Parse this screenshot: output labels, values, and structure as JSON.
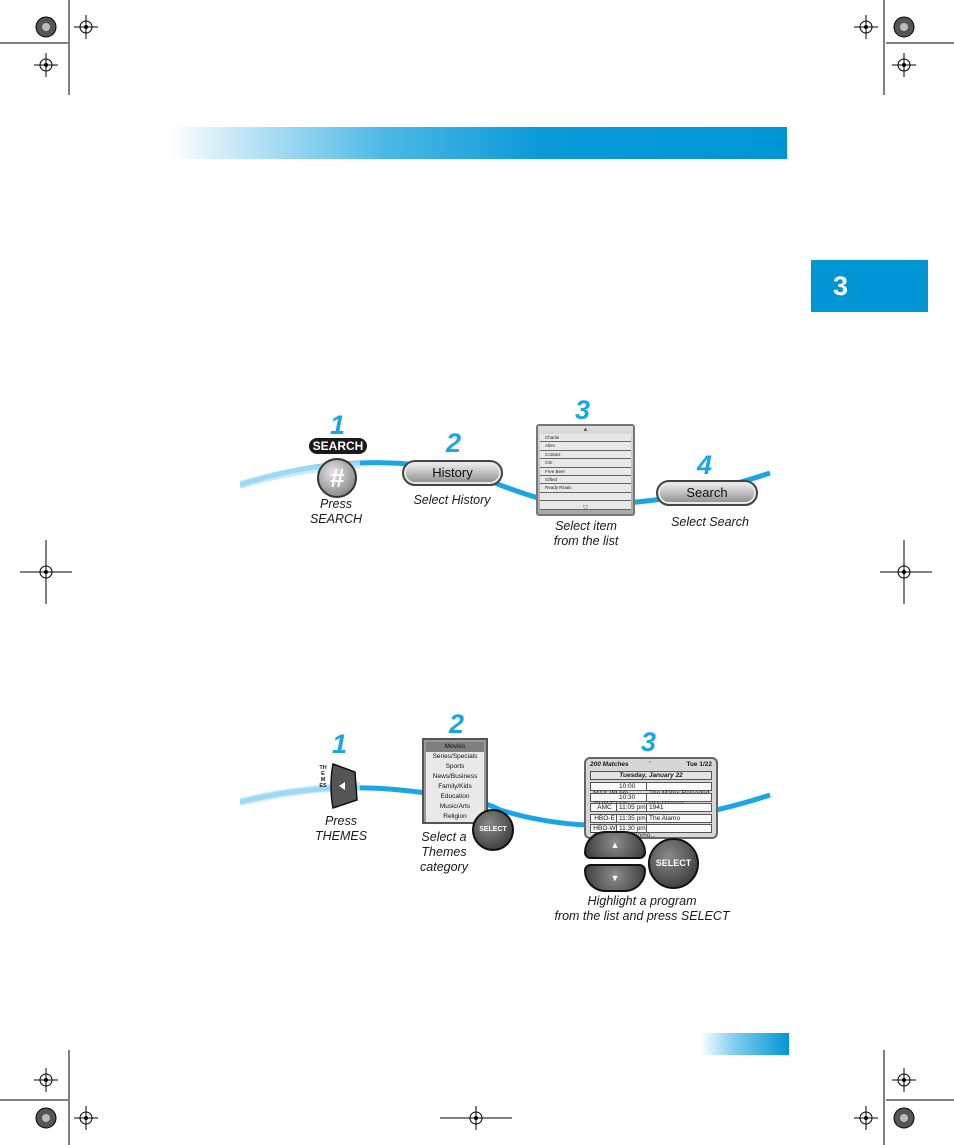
{
  "chapter": {
    "number": "3"
  },
  "section_a": {
    "steps": [
      {
        "number": "1",
        "badge": "SEARCH",
        "key_symbol": "#",
        "caption_line1": "Press",
        "caption_line2": "SEARCH"
      },
      {
        "number": "2",
        "button": "History",
        "caption_line1": "Select History"
      },
      {
        "number": "3",
        "list_items": [
          "Charlie",
          "Alien",
          "Contact",
          "CSI",
          "Free Beer",
          "Gifted",
          "Ready Rivals",
          "",
          ""
        ],
        "caption_line1": "Select item",
        "caption_line2": "from the list"
      },
      {
        "number": "4",
        "button": "Search",
        "caption_line1": "Select Search"
      }
    ]
  },
  "section_b": {
    "steps": [
      {
        "number": "1",
        "side_label": "THEMES",
        "caption_line1": "Press",
        "caption_line2": "THEMES"
      },
      {
        "number": "2",
        "categories": [
          "Movies",
          "Series/Specials",
          "Sports",
          "News/Business",
          "Family/Kids",
          "Education",
          "Music/Arts",
          "Religion"
        ],
        "select_label": "SELECT",
        "caption_line1": "Select a",
        "caption_line2": "Themes",
        "caption_line3": "category"
      },
      {
        "number": "3",
        "guide": {
          "matches": "200 Matches",
          "date_short": "Tue 1/22",
          "date_long": "Tuesday, January 22",
          "rows": [
            {
              "channel": "MAX-W",
              "time": "10:00 pm",
              "title": "The Matrix Reloaded"
            },
            {
              "channel": "SHO-E",
              "time": "10:30 pm",
              "title": "Van Helsing"
            },
            {
              "channel": "AMC",
              "time": "11:05 pm",
              "title": "1941"
            },
            {
              "channel": "HBO-E",
              "time": "11:35 pm",
              "title": "The Alamo"
            },
            {
              "channel": "HBO-W",
              "time": "11:30 pm",
              "title": "The Day After Tomo..."
            }
          ]
        },
        "select_label": "SELECT",
        "caption_line1": "Highlight a program",
        "caption_line2": "from the list and press SELECT"
      }
    ]
  },
  "colors": {
    "accent": "#0096d6",
    "step_number": "#1aa6e6",
    "wave": "#1aa6e6"
  }
}
